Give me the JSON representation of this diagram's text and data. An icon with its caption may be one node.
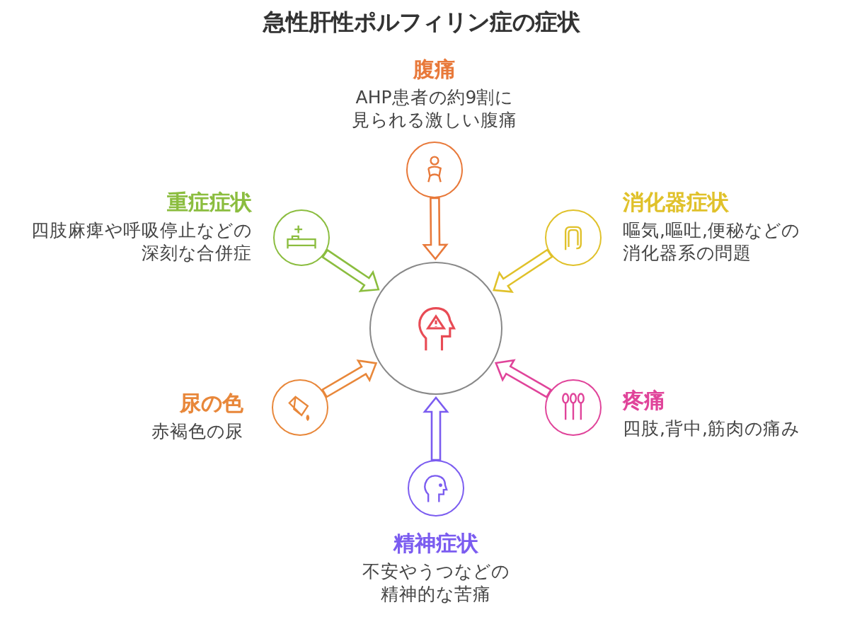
{
  "diagram": {
    "title": "急性肝性ポルフィリン症の症状",
    "nodes": [
      {
        "text": [],
        "shape": "circle",
        "beside": [
          "腹痛",
          "AHP患者の約9割に見られる激しい腹痛"
        ]
      },
      {
        "text": [],
        "shape": "circle",
        "beside": [
          "重症症状",
          "四肢麻痺や呼吸停止などの深刻な合併症"
        ]
      },
      {
        "text": [],
        "shape": "circle",
        "beside": [
          "消化器症状",
          "嘔気,嘔吐,便秘などの消化器系の問題"
        ]
      },
      {
        "text": [],
        "shape": "circle"
      },
      {
        "text": [],
        "shape": "circle",
        "beside": [
          "尿の色",
          "赤褐色の尿"
        ]
      },
      {
        "text": [],
        "shape": "circle",
        "beside": [
          "疼痛",
          "四肢,背中,筋肉の痛み"
        ]
      },
      {
        "text": [],
        "shape": "circle",
        "beside": [
          "精神症状",
          "不安やうつなどの精神的な苦痛"
        ]
      }
    ],
    "edges": [
      {
        "from": 0,
        "to": 3,
        "arrow": "to",
        "color": "#e8793a"
      },
      {
        "from": 1,
        "to": 3,
        "arrow": "to",
        "color": "#8bbd3f"
      },
      {
        "from": 2,
        "to": 3,
        "arrow": "to",
        "color": "#e0c12a"
      },
      {
        "from": 4,
        "to": 3,
        "arrow": "to",
        "color": "#e8873a"
      },
      {
        "from": 5,
        "to": 3,
        "arrow": "to",
        "color": "#e0449a"
      },
      {
        "from": 6,
        "to": 3,
        "arrow": "to",
        "color": "#7b5cf0"
      }
    ]
  }
}
